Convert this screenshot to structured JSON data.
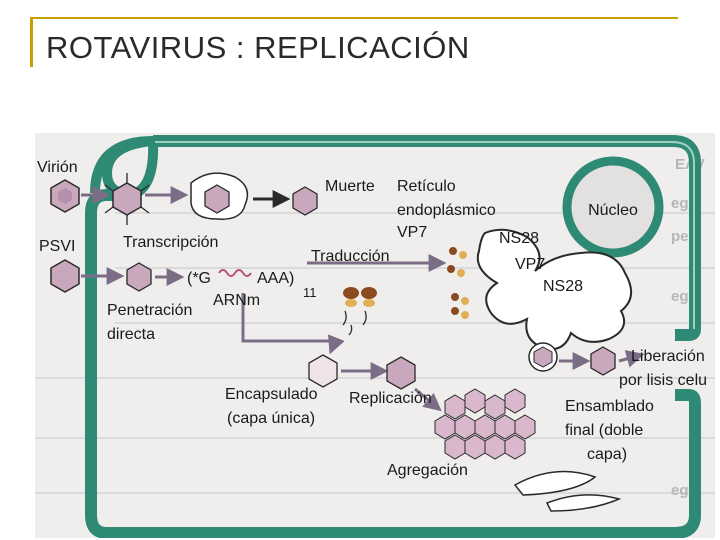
{
  "page": {
    "title": "ROTAVIRUS : REPLICACIÓN"
  },
  "diagram": {
    "labels": {
      "virion": "Virión",
      "psvi": "PSVI",
      "transcription": "Transcripción",
      "death": "Muerte",
      "reticulum_1": "Retículo",
      "reticulum_2": "endoplásmico",
      "vp7_a": "VP7",
      "nucleus": "Núcleo",
      "ns28_a": "NS28",
      "translation": "Traducción",
      "vp7_b": "VP7",
      "mrna_cap": "(*G",
      "mrna_tail": "AAA)",
      "mrna_count": "11",
      "mrna": "ARNm",
      "ns28_b": "NS28",
      "penetration_1": "Penetración",
      "penetration_2": "directa",
      "release_1": "Liberación",
      "release_2": "por lisis celu",
      "encapsidated_1": "Encapsulado",
      "encapsidated_2": "(capa única)",
      "replication": "Replicación",
      "assembly_1": "Ensamblado",
      "assembly_2": "final (doble",
      "assembly_3": "capa)",
      "aggregation": "Agregación"
    }
  },
  "colors": {
    "membrane": "#2e8a74",
    "virus_fill": "#c9a8be",
    "background": "#efeeec",
    "accent": "#c8a000"
  }
}
